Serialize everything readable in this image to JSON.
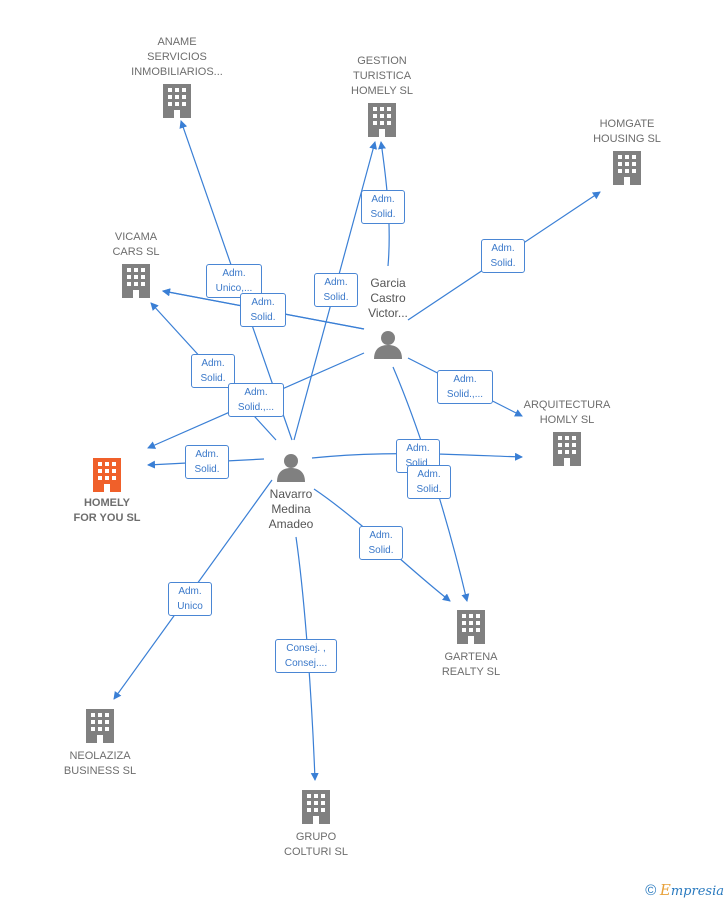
{
  "companies": {
    "aname": {
      "label": "ANAME\nSERVICIOS\nINMOBILIARIOS..."
    },
    "gestion": {
      "label": "GESTION\nTURISTICA\nHOMELY SL"
    },
    "homgate": {
      "label": "HOMGATE\nHOUSING SL"
    },
    "vicama": {
      "label": "VICAMA\nCARS SL"
    },
    "homely": {
      "label": "HOMELY\nFOR YOU SL"
    },
    "arquitectura": {
      "label": "ARQUITECTURA\nHOMLY SL"
    },
    "gartena": {
      "label": "GARTENA\nREALTY SL"
    },
    "neolaziza": {
      "label": "NEOLAZIZA\nBUSINESS SL"
    },
    "grupo": {
      "label": "GRUPO\nCOLTURI SL"
    }
  },
  "persons": {
    "garcia": {
      "label": "Garcia\nCastro\nVictor..."
    },
    "navarro": {
      "label": "Navarro\nMedina\nAmadeo"
    }
  },
  "edge_labels": {
    "adm_unico_aname": "Adm.\nUnico,...",
    "adm_solid_aname": "Adm.\nSolid.",
    "adm_solid_gestion_n": "Adm.\nSolid.",
    "adm_solid_gestion_g": "Adm.\nSolid.",
    "adm_solid_homgate": "Adm.\nSolid.",
    "adm_solid_vicama": "Adm.\nSolid.",
    "adm_solid_homely_g": "Adm.\nSolid.,...",
    "adm_solid_homely_n": "Adm.\nSolid.",
    "adm_solid_arq_g": "Adm.\nSolid.,...",
    "adm_solid_arq_n": "Adm.\nSolid.",
    "adm_solid_gart_g": "Adm.\nSolid.",
    "adm_solid_gart_n": "Adm.\nSolid.",
    "adm_unico_neo": "Adm.\nUnico",
    "consej_grupo": "Consej. ,\nConsej...."
  },
  "colors": {
    "edge": "#3a7fd5",
    "building": "#808080",
    "building_main": "#f0602a"
  },
  "brand": {
    "symbol": "©",
    "e": "E",
    "rest": "mpresia"
  }
}
